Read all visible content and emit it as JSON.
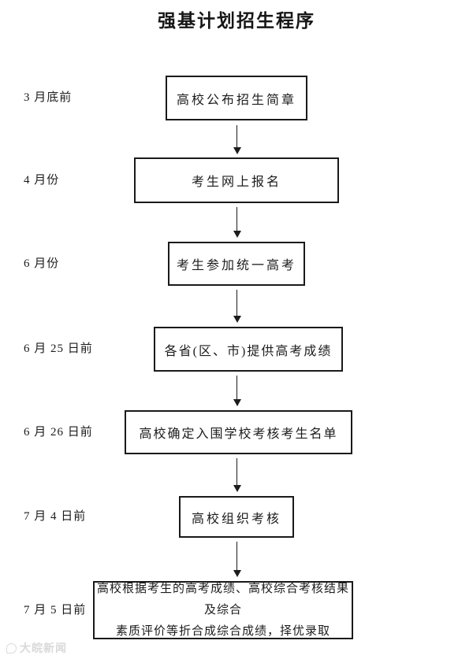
{
  "title": "强基计划招生程序",
  "flow": {
    "steps": [
      {
        "date": "3 月底前",
        "text": "高校公布招生简章"
      },
      {
        "date": "4 月份",
        "text": "考生网上报名"
      },
      {
        "date": "6 月份",
        "text": "考生参加统一高考"
      },
      {
        "date": "6 月 25 日前",
        "text": "各省(区、市)提供高考成绩"
      },
      {
        "date": "6 月 26 日前",
        "text": "高校确定入围学校考核考生名单"
      },
      {
        "date": "7 月 4 日前",
        "text": "高校组织考核"
      },
      {
        "date": "7 月 5 日前",
        "text": "高校根据考生的高考成绩、高校综合考核结果及综合\n素质评价等折合成综合成绩，择优录取"
      }
    ]
  },
  "watermark": {
    "text": "大皖新闻"
  },
  "colors": {
    "ink": "#1c1c1c",
    "border": "#1a1a1a",
    "background": "#ffffff",
    "watermark": "#d9d9d9"
  }
}
